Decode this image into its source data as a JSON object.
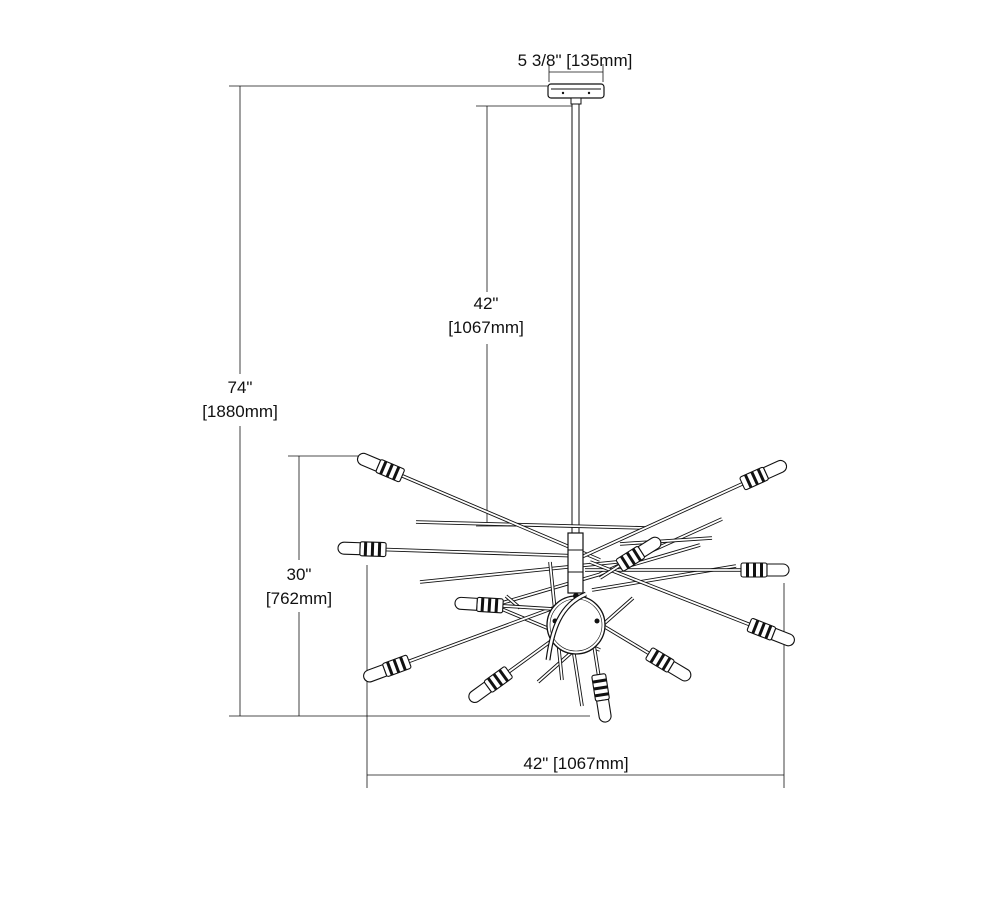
{
  "diagram": {
    "dimensions": {
      "canopy_width": "5 3/8\" [135mm]",
      "chain_length_inch": "42\"",
      "chain_length_mm": "[1067mm]",
      "overall_height_inch": "74\"",
      "overall_height_mm": "[1880mm]",
      "fixture_height_inch": "30\"",
      "fixture_height_mm": "[762mm]",
      "fixture_width": "42\" [1067mm]"
    }
  }
}
